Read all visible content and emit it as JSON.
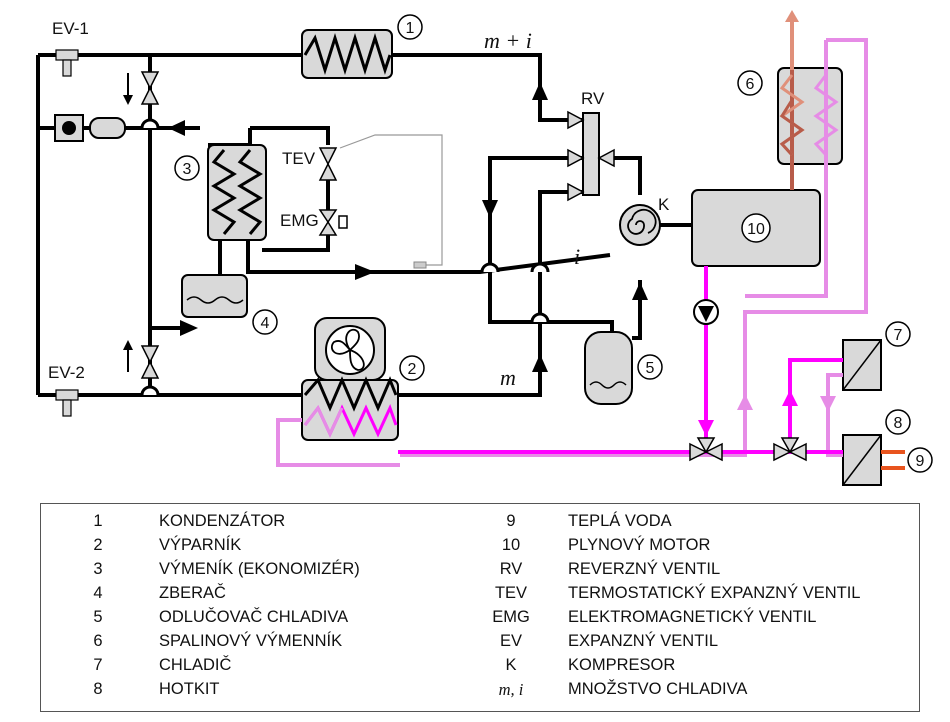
{
  "labels": {
    "ev1": "EV-1",
    "ev2": "EV-2",
    "rv": "RV",
    "tev": "TEV",
    "emg": "EMG",
    "k": "K",
    "flow_m_plus_i": "m + i",
    "flow_i": "i",
    "flow_m": "m"
  },
  "component_numbers": [
    "1",
    "2",
    "3",
    "4",
    "5",
    "6",
    "7",
    "8",
    "9",
    "10"
  ],
  "legend": {
    "left": [
      {
        "key": "1",
        "desc": "KONDENZÁTOR"
      },
      {
        "key": "2",
        "desc": "VÝPARNÍK"
      },
      {
        "key": "3",
        "desc": "VÝMENÍK (EKONOMIZÉR)"
      },
      {
        "key": "4",
        "desc": "ZBERAČ"
      },
      {
        "key": "5",
        "desc": "ODLUČOVAČ CHLADIVA"
      },
      {
        "key": "6",
        "desc": "SPALINOVÝ VÝMENNÍK"
      },
      {
        "key": "7",
        "desc": "CHLADIČ"
      },
      {
        "key": "8",
        "desc": "HOTKIT"
      }
    ],
    "right": [
      {
        "key": "9",
        "desc": "TEPLÁ VODA"
      },
      {
        "key": "10",
        "desc": "PLYNOVÝ MOTOR"
      },
      {
        "key": "RV",
        "desc": "REVERZNÝ VENTIL"
      },
      {
        "key": "TEV",
        "desc": "TERMOSTATICKÝ EXPANZNÝ VENTIL"
      },
      {
        "key": "EMG",
        "desc": "ELEKTROMAGNETICKÝ VENTIL"
      },
      {
        "key": "EV",
        "desc": "EXPANZNÝ VENTIL"
      },
      {
        "key": "K",
        "desc": "KOMPRESOR"
      },
      {
        "key": "m, i",
        "desc": "MNOŽSTVO CHLADIVA"
      }
    ]
  },
  "colors": {
    "refrigerant_line": "#000000",
    "hot_water_line": "#ff00ff",
    "return_water_line": "#e68ce6",
    "exhaust_gas": "#b85c4a",
    "exhaust_outlet": "#e0907a",
    "component_fill": "#d9d9d9",
    "hot_water_connection": "#e8541e"
  }
}
